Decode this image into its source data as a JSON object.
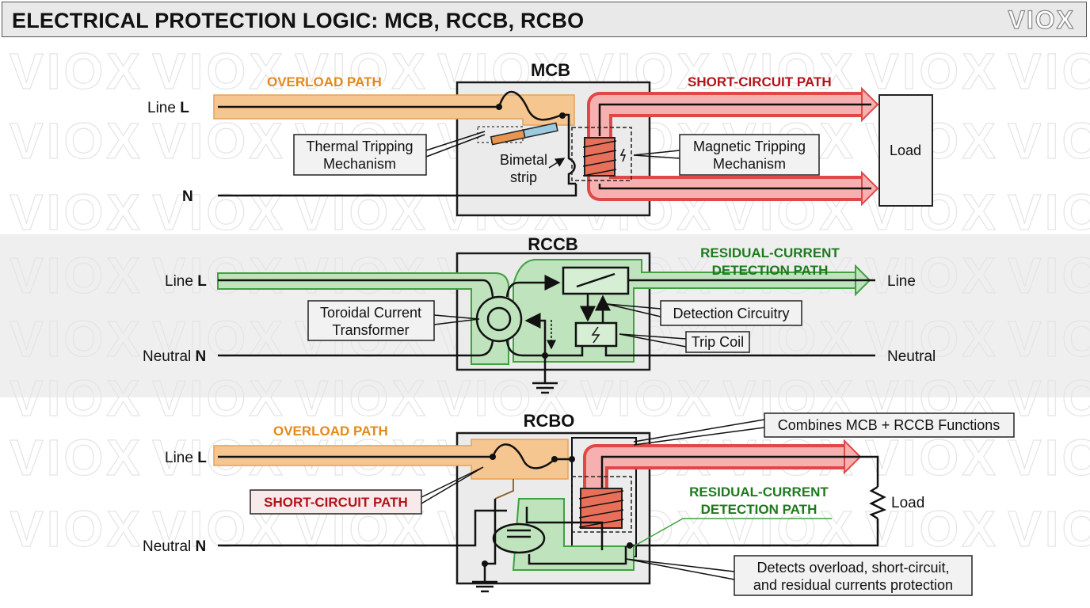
{
  "header": {
    "title": "ELECTRICAL PROTECTION LOGIC: MCB, RCCB, RCBO",
    "logo": "VIOX"
  },
  "watermark": "VIOX",
  "colors": {
    "overload": "#e3891c",
    "short_circuit": "#b3141b",
    "residual": "#1d7a1d",
    "overload_fill": "#f6c690",
    "short_fill": "#f5a3a3",
    "residual_fill": "#bfe3bd"
  },
  "mcb": {
    "title": "MCB",
    "overload_label": "OVERLOAD PATH",
    "short_circuit_label": "SHORT-CIRCUIT PATH",
    "line_label": "Line",
    "line_letter": "L",
    "neutral_letter": "N",
    "thermal_line1": "Thermal Tripping",
    "thermal_line2": "Mechanism",
    "bimetal_line1": "Bimetal",
    "bimetal_line2": "strip",
    "magnetic_line1": "Magnetic Tripping",
    "magnetic_line2": "Mechanism",
    "load": "Load"
  },
  "rccb": {
    "title": "RCCB",
    "residual_line1": "RESIDUAL-CURRENT",
    "residual_line2": "DETECTION PATH",
    "line_label": "Line",
    "line_letter": "L",
    "neutral_label": "Neutral",
    "neutral_letter": "N",
    "line_out": "Line",
    "neutral_out": "Neutral",
    "toroid_line1": "Toroidal Current",
    "toroid_line2": "Transformer",
    "detection": "Detection Circuitry",
    "trip_coil": "Trip Coil"
  },
  "rcbo": {
    "title": "RCBO",
    "overload_label": "OVERLOAD PATH",
    "short_circuit_label": "SHORT-CIRCUIT PATH",
    "combines": "Combines MCB + RCCB Functions",
    "residual_line1": "RESIDUAL-CURRENT",
    "residual_line2": "DETECTION PATH",
    "line_label": "Line",
    "line_letter": "L",
    "neutral_label": "Neutral",
    "neutral_letter": "N",
    "load": "Load",
    "detects_line1": "Detects overload, short-circuit,",
    "detects_line2": "and residual currents protection"
  }
}
